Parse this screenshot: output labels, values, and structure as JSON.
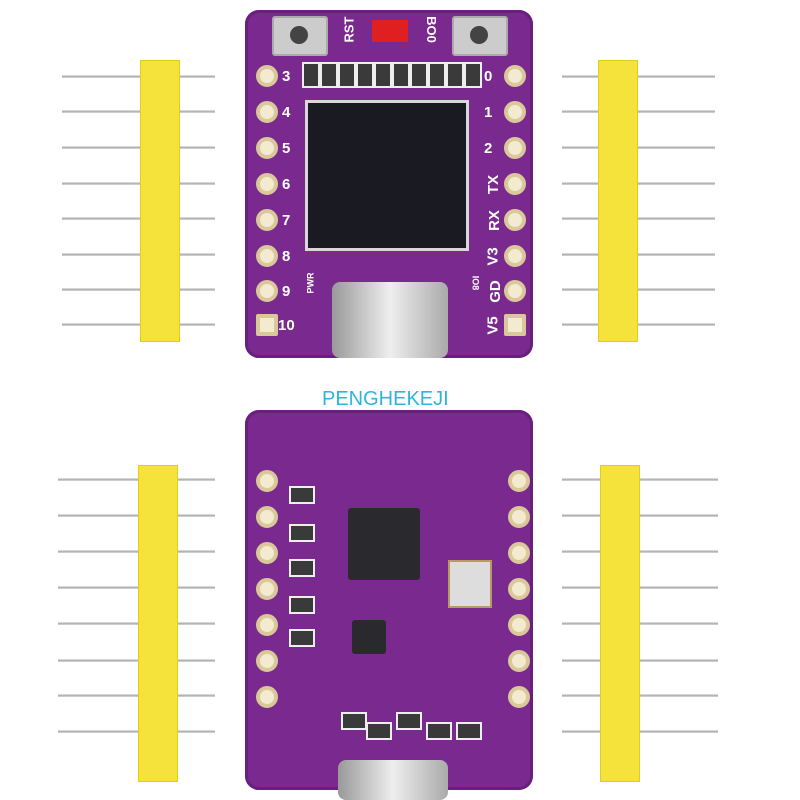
{
  "watermark": "PENGHEKEJI",
  "top_board": {
    "button_labels": [
      "RST",
      "BO0"
    ],
    "left_pins": [
      "3",
      "4",
      "5",
      "6",
      "7",
      "8",
      "9",
      "10"
    ],
    "right_pins": [
      "0",
      "1",
      "2",
      "TX",
      "RX",
      "V3",
      "GD",
      "V5"
    ],
    "led_labels": [
      "PWR",
      "IO8"
    ]
  },
  "colors": {
    "pcb": "#7a2a8e",
    "header": "#f5e23a",
    "watermark": "#2fb4e0"
  }
}
